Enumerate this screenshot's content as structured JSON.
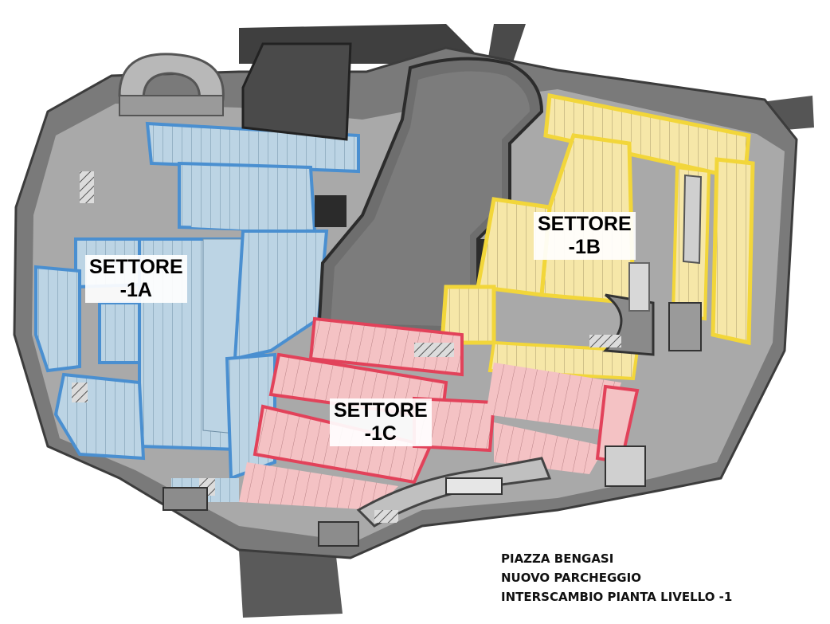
{
  "sectors": {
    "a": {
      "name": "SETTORE",
      "level": "-1A",
      "color": "#bcd4e4",
      "edge": "#4a8fd0"
    },
    "b": {
      "name": "SETTORE",
      "level": "-1B",
      "color": "#f6e7a8",
      "edge": "#f2d63a"
    },
    "c": {
      "name": "SETTORE",
      "level": "-1C",
      "color": "#f4c2c4",
      "edge": "#e2425a"
    }
  },
  "caption": {
    "line1": "PIAZZA BENGASI",
    "line2": "NUOVO PARCHEGGIO",
    "line3": "INTERSCAMBIO PIANTA LIVELLO -1"
  },
  "colors": {
    "aisle": "#a9a9a9",
    "structure": "#4e4e4e",
    "wall": "#6b6b6b"
  }
}
